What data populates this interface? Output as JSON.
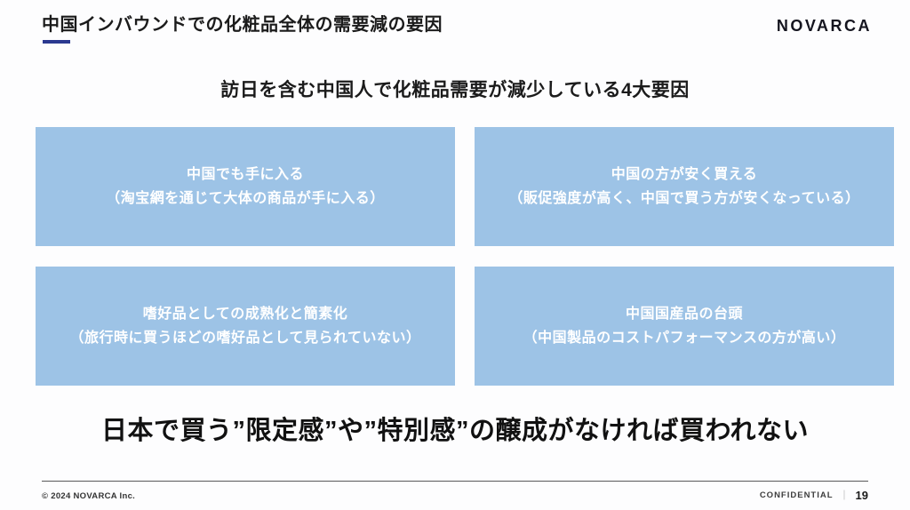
{
  "header": {
    "title": "中国インバウンドでの化粧品全体の需要減の要因",
    "logo": "NOVARCA"
  },
  "subtitle": "訪日を含む中国人で化粧品需要が減少している4大要因",
  "boxes": [
    {
      "heading": "中国でも手に入る",
      "detail": "（淘宝網を通じて大体の商品が手に入る）"
    },
    {
      "heading": "中国の方が安く買える",
      "detail": "（販促強度が高く、中国で買う方が安くなっている）"
    },
    {
      "heading": "嗜好品としての成熟化と簡素化",
      "detail": "（旅行時に買うほどの嗜好品として見られていない）"
    },
    {
      "heading": "中国国産品の台頭",
      "detail": "（中国製品のコストパフォーマンスの方が高い）"
    }
  ],
  "conclusion": "日本で買う”限定感”や”特別感”の醸成がなければ買われない",
  "footer": {
    "copyright": "© 2024 NOVARCA Inc.",
    "confidential": "CONFIDENTIAL",
    "separator": "｜",
    "page_number": "19"
  },
  "colors": {
    "box_blue": "#9DC3E6",
    "accent_navy": "#2B3990",
    "text_dark": "#1B1B1B"
  }
}
